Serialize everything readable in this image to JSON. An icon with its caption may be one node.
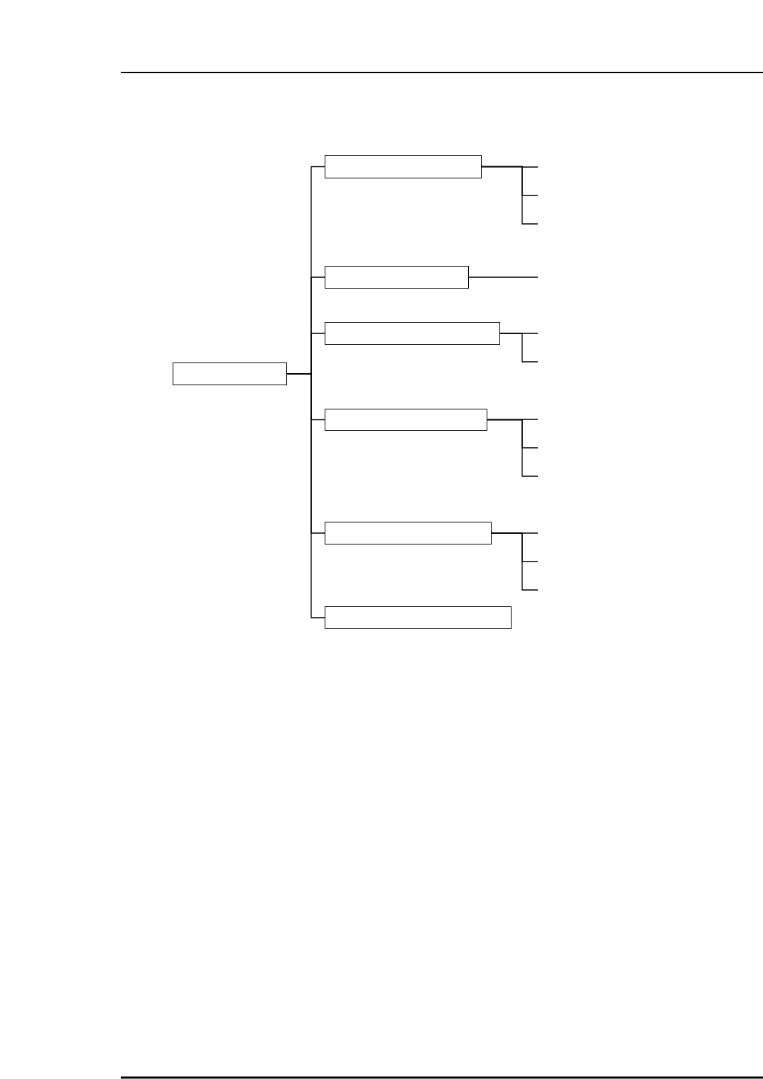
{
  "diagram": {
    "nodes": [
      {
        "text": [],
        "shape": "box"
      },
      {
        "text": [],
        "shape": "box"
      },
      {
        "text": [],
        "shape": "box"
      },
      {
        "text": [],
        "shape": "box"
      },
      {
        "text": [],
        "shape": "box"
      },
      {
        "text": [],
        "shape": "box"
      },
      {
        "text": [],
        "shape": "box"
      }
    ],
    "edges": [
      {
        "from": 0,
        "to": 1,
        "arrow": "none"
      },
      {
        "from": 0,
        "to": 2,
        "arrow": "none"
      },
      {
        "from": 0,
        "to": 3,
        "arrow": "none"
      },
      {
        "from": 0,
        "to": 4,
        "arrow": "none"
      },
      {
        "from": 0,
        "to": 5,
        "arrow": "none"
      },
      {
        "from": 0,
        "to": 6,
        "arrow": "none"
      },
      {
        "from": 1,
        "to": null,
        "arrow": "none"
      },
      {
        "from": 1,
        "to": null,
        "arrow": "none"
      },
      {
        "from": 1,
        "to": null,
        "arrow": "none"
      },
      {
        "from": 2,
        "to": null,
        "arrow": "none"
      },
      {
        "from": 3,
        "to": null,
        "arrow": "none"
      },
      {
        "from": 3,
        "to": null,
        "arrow": "none"
      },
      {
        "from": 4,
        "to": null,
        "arrow": "none"
      },
      {
        "from": 4,
        "to": null,
        "arrow": "none"
      },
      {
        "from": 4,
        "to": null,
        "arrow": "none"
      },
      {
        "from": 5,
        "to": null,
        "arrow": "none"
      },
      {
        "from": 5,
        "to": null,
        "arrow": "none"
      },
      {
        "from": 5,
        "to": null,
        "arrow": "none"
      }
    ]
  }
}
